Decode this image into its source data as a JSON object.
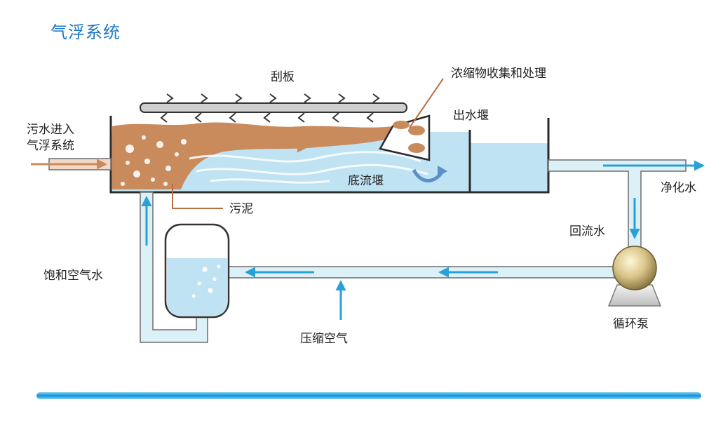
{
  "title": "气浮系统",
  "labels": {
    "scraper": "刮板",
    "concentrate": "浓缩物收集和处理",
    "outlet_weir": "出水堰",
    "inlet_line1": "污水进入",
    "inlet_line2": "气浮系统",
    "bottom_weir": "底流堰",
    "clean_water": "净化水",
    "sludge": "污泥",
    "return_water": "回流水",
    "saturated_water": "饱和空气水",
    "compressed_air": "压缩空气",
    "pump": "循环泵"
  },
  "colors": {
    "title": "#1a78c2",
    "water": "#bfe3f3",
    "water_light": "#dff1f9",
    "sludge": "#c98a5c",
    "pipe_fill": "#dcf0f8",
    "pipe_stroke": "#6d6d6d",
    "arrow": "#2aa0d8",
    "pointer": "#b86f45",
    "footer_line": "#1591d6"
  },
  "icons": [
    "scraper-icon",
    "pump-icon",
    "saturation-tank-icon"
  ]
}
